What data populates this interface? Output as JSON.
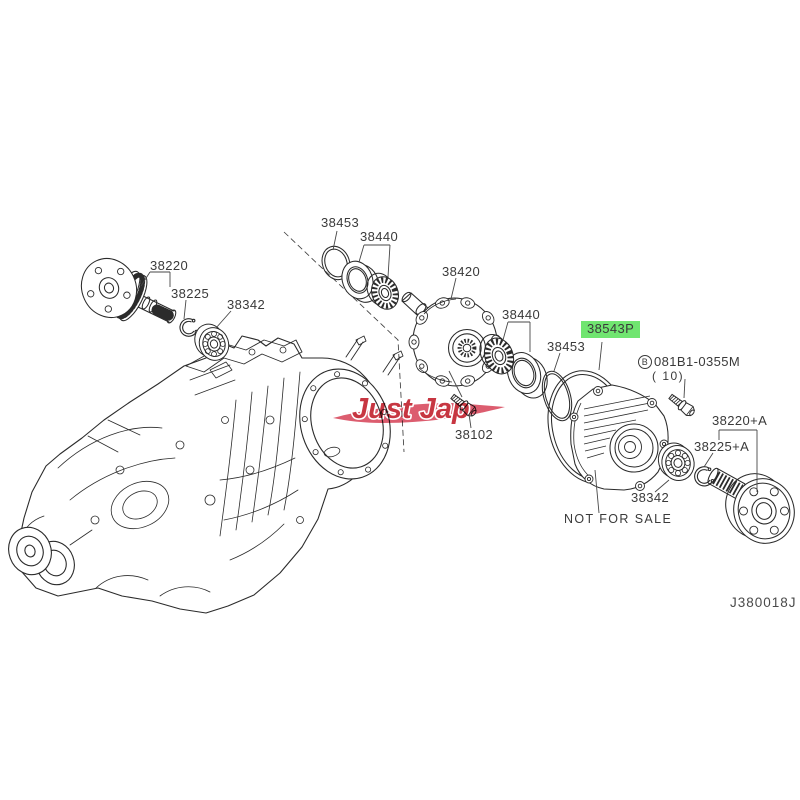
{
  "labels": {
    "seal_top": "38453",
    "bearing_top": "38440",
    "differential": "38420",
    "shaft_left": "38220",
    "snap_ring_left": "38225",
    "bearing_left": "38342",
    "bearing_right_upper": "38440",
    "oring_right": "38453",
    "gasket_highlighted": "38543P",
    "bolt_circle_letter": "B",
    "bolt_part_number": "081B1-0355M",
    "bolt_quantity": "( 10)",
    "shaft_right": "38220+A",
    "snap_ring_right": "38225+A",
    "bearing_right_lower": "38342",
    "cover_note": "NOT FOR SALE",
    "bolt_small": "38102",
    "diagram_code": "J380018J"
  },
  "watermark": {
    "text": "Just Jap"
  },
  "colors": {
    "line": "#2b2b2b",
    "label_text": "#3a3a3a",
    "highlight_green": "#70e570",
    "watermark_red": "#c22430",
    "watermark_swoosh": "#d94f63"
  }
}
